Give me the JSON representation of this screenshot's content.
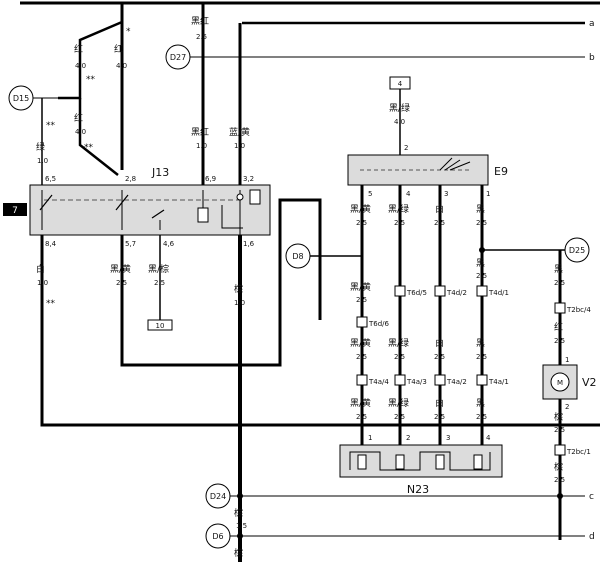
{
  "left_wires": {
    "red_1": {
      "color": "红",
      "size": "4.0"
    },
    "red_2": {
      "color": "红",
      "size": "4.0"
    },
    "red_3": {
      "color": "红",
      "size": "4.0"
    },
    "green": {
      "color": "绿",
      "size": "1.0"
    },
    "white": {
      "color": "白",
      "size": "1.0"
    },
    "star1": "*",
    "star2": "**",
    "star3": "**",
    "star4": "**",
    "star5": "**"
  },
  "relay": {
    "id": "J13",
    "pins": {
      "p65": "6,5",
      "p28": "2,8",
      "p69": "6,9",
      "p32": "3,2",
      "p84": "8,4",
      "p57": "5,7",
      "p46": "4,6",
      "p16": "1,6"
    },
    "wire_69": {
      "color": "黑红",
      "size": "1.0"
    },
    "wire_32": {
      "color": "蓝/黄",
      "size": "1.0"
    },
    "wire_57": {
      "color": "黑/黄",
      "size": "2.5"
    },
    "wire_46": {
      "color": "黑/棕",
      "size": "2.5"
    },
    "wire_16": {
      "color": "棕",
      "size": "1.0"
    },
    "ref_box": "10"
  },
  "top_wire": {
    "color": "黑红",
    "size": "2.5"
  },
  "connectors": {
    "d15": "D15",
    "d27": "D27",
    "d8": "D8",
    "d25": "D25",
    "d24": "D24",
    "d6": "D6"
  },
  "terminal_7": "7",
  "bus": {
    "a": "a",
    "b": "b",
    "c": "c",
    "d": "d"
  },
  "switch_e9": {
    "id": "E9",
    "top_box": "4",
    "top_wire": {
      "color": "黑/绿",
      "size": "4.0"
    },
    "pins": [
      "2",
      "5",
      "4",
      "3",
      "1"
    ],
    "in_pin": "2"
  },
  "columns": [
    {
      "w1": {
        "color": "黑/黄",
        "size": "2.5"
      },
      "w1b": {
        "color": "黑/黄",
        "size": "2.5"
      },
      "conn1": "T6d/6",
      "w2": {
        "color": "黑/黄",
        "size": "2.5"
      },
      "conn2": "T4a/4",
      "w3": {
        "color": "黑/黄",
        "size": "2.5"
      },
      "pin": "1"
    },
    {
      "w1": {
        "color": "黑/绿",
        "size": "2.5"
      },
      "conn1": "T6d/5",
      "w2": {
        "color": "黑/绿",
        "size": "2.5"
      },
      "conn2": "T4a/3",
      "w3": {
        "color": "黑/绿",
        "size": "2.5"
      },
      "pin": "2"
    },
    {
      "w1": {
        "color": "白",
        "size": "2.5"
      },
      "conn1": "T4d/2",
      "w2": {
        "color": "白",
        "size": "2.5"
      },
      "conn2": "T4a/2",
      "w3": {
        "color": "白",
        "size": "2.5"
      },
      "pin": "3"
    },
    {
      "w1": {
        "color": "黑",
        "size": "2.5"
      },
      "w1b": {
        "color": "黑",
        "size": "2.5"
      },
      "conn1": "T4d/1",
      "w2": {
        "color": "黑",
        "size": "2.5"
      },
      "conn2": "T4a/1",
      "w3": {
        "color": "黑",
        "size": "2.5"
      },
      "pin": "4"
    }
  ],
  "motor": {
    "id": "V2",
    "symbol": "M",
    "pin_top": "1",
    "pin_bot": "2",
    "w_top": {
      "color": "黑",
      "size": "2.5"
    },
    "conn_top": "T2bc/4",
    "w_mid": {
      "color": "红",
      "size": "2.5"
    },
    "w_bot": {
      "color": "棕",
      "size": "2.5"
    },
    "conn_bot": "T2bc/1",
    "w_low": {
      "color": "棕",
      "size": "2.5"
    }
  },
  "resistor": {
    "id": "N23"
  },
  "bottom_wire": {
    "color": "棕",
    "size": "1.5"
  },
  "bottom_label": "棕"
}
